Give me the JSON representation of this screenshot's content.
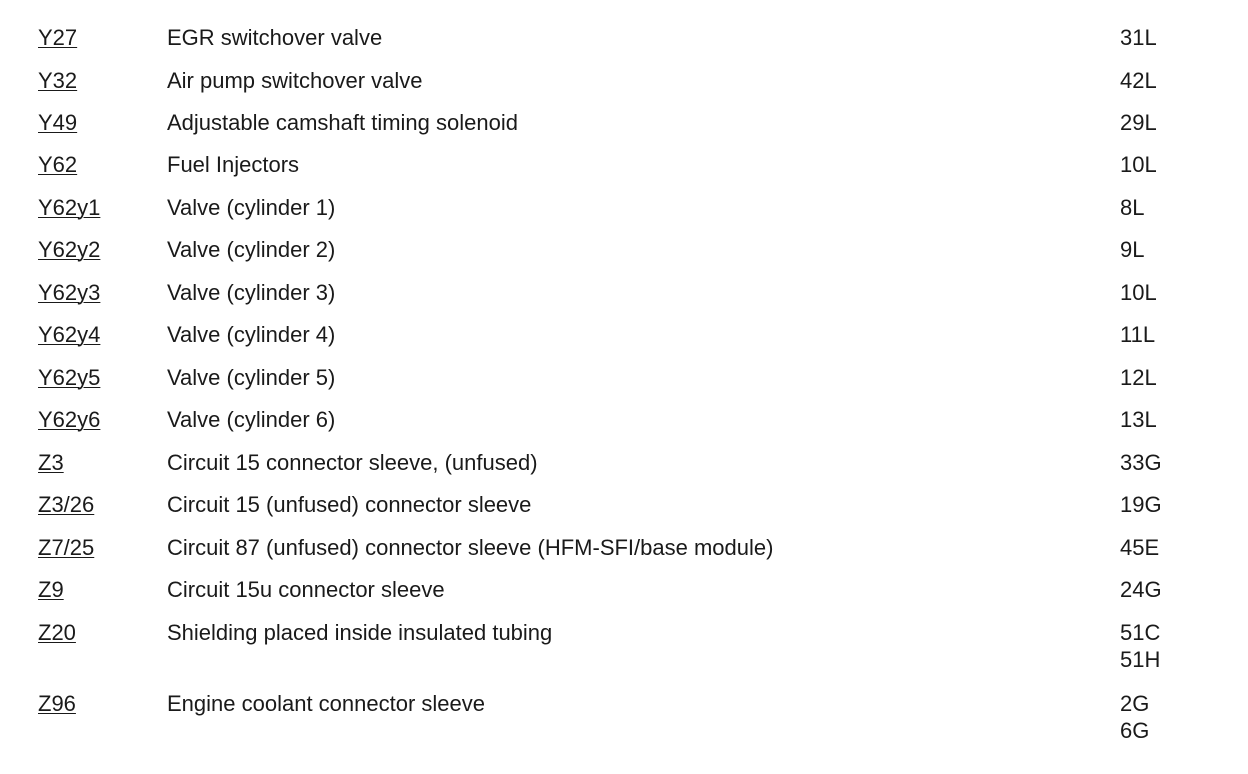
{
  "rows": [
    {
      "code": "Y27",
      "description": "EGR switchover valve",
      "locations": [
        "31L"
      ]
    },
    {
      "code": "Y32",
      "description": "Air pump switchover valve",
      "locations": [
        "42L"
      ]
    },
    {
      "code": "Y49",
      "description": "Adjustable camshaft timing solenoid",
      "locations": [
        "29L"
      ]
    },
    {
      "code": "Y62",
      "description": "Fuel Injectors",
      "locations": [
        "10L"
      ]
    },
    {
      "code": "Y62y1",
      "description": "Valve (cylinder 1)",
      "locations": [
        "8L"
      ]
    },
    {
      "code": "Y62y2",
      "description": "Valve (cylinder 2)",
      "locations": [
        "9L"
      ]
    },
    {
      "code": "Y62y3",
      "description": "Valve (cylinder 3)",
      "locations": [
        "10L"
      ]
    },
    {
      "code": "Y62y4",
      "description": "Valve (cylinder 4)",
      "locations": [
        "11L"
      ]
    },
    {
      "code": "Y62y5",
      "description": "Valve (cylinder 5)",
      "locations": [
        "12L"
      ]
    },
    {
      "code": "Y62y6",
      "description": "Valve (cylinder 6)",
      "locations": [
        "13L"
      ]
    },
    {
      "code": "Z3",
      "description": "Circuit 15 connector sleeve, (unfused)",
      "locations": [
        "33G"
      ]
    },
    {
      "code": "Z3/26",
      "description": "Circuit 15 (unfused) connector sleeve",
      "locations": [
        "19G"
      ]
    },
    {
      "code": "Z7/25",
      "description": "Circuit 87 (unfused) connector sleeve (HFM-SFI/base module)",
      "locations": [
        "45E"
      ]
    },
    {
      "code": "Z9",
      "description": "Circuit 15u connector sleeve",
      "locations": [
        "24G"
      ]
    },
    {
      "code": "Z20",
      "description": "Shielding placed inside insulated tubing",
      "locations": [
        "51C",
        "51H"
      ]
    },
    {
      "code": "Z96",
      "description": "Engine coolant connector sleeve",
      "locations": [
        "2G",
        "6G"
      ]
    }
  ]
}
